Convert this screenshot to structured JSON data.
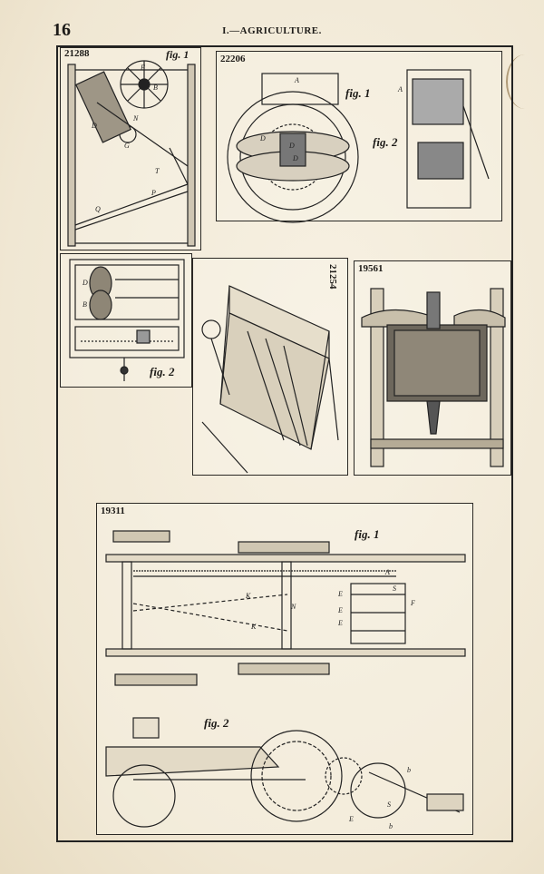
{
  "header": {
    "page_number": "16",
    "title": "I.—AGRICULTURE."
  },
  "panels": {
    "p21288": {
      "id": "21288",
      "fig1": "fig. 1",
      "fig2": "fig. 2",
      "letters": [
        "F",
        "B",
        "D",
        "N",
        "G",
        "T",
        "P",
        "Q",
        "D",
        "B"
      ]
    },
    "p22206": {
      "id": "22206",
      "fig1": "fig. 1",
      "fig2": "fig. 2",
      "letters": [
        "A",
        "A",
        "D",
        "D",
        "D"
      ]
    },
    "p21254": {
      "id": "21254"
    },
    "p19561": {
      "id": "19561"
    },
    "p19311": {
      "id": "19311",
      "fig1": "fig. 1",
      "fig2": "fig. 2",
      "letters": [
        "A",
        "K",
        "K",
        "N",
        "E",
        "E",
        "E",
        "F",
        "S",
        "S",
        "E",
        "b",
        "b"
      ]
    }
  }
}
